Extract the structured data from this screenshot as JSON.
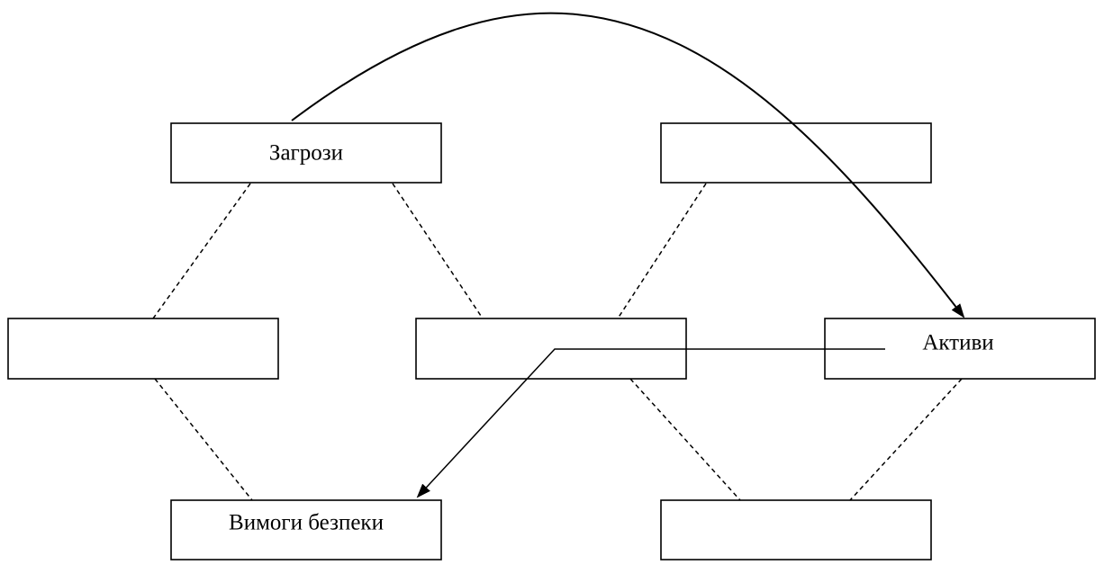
{
  "diagram": {
    "nodes": {
      "threats": {
        "label": "Загрози"
      },
      "top_right": {
        "label": ""
      },
      "middle_left": {
        "label": ""
      },
      "middle_center": {
        "label": ""
      },
      "assets": {
        "label": "Активи"
      },
      "security_requirements": {
        "label": "Вимоги безпеки"
      },
      "bottom_right": {
        "label": ""
      }
    },
    "colors": {
      "line": "#000000",
      "box_fill": "#ffffff"
    }
  }
}
